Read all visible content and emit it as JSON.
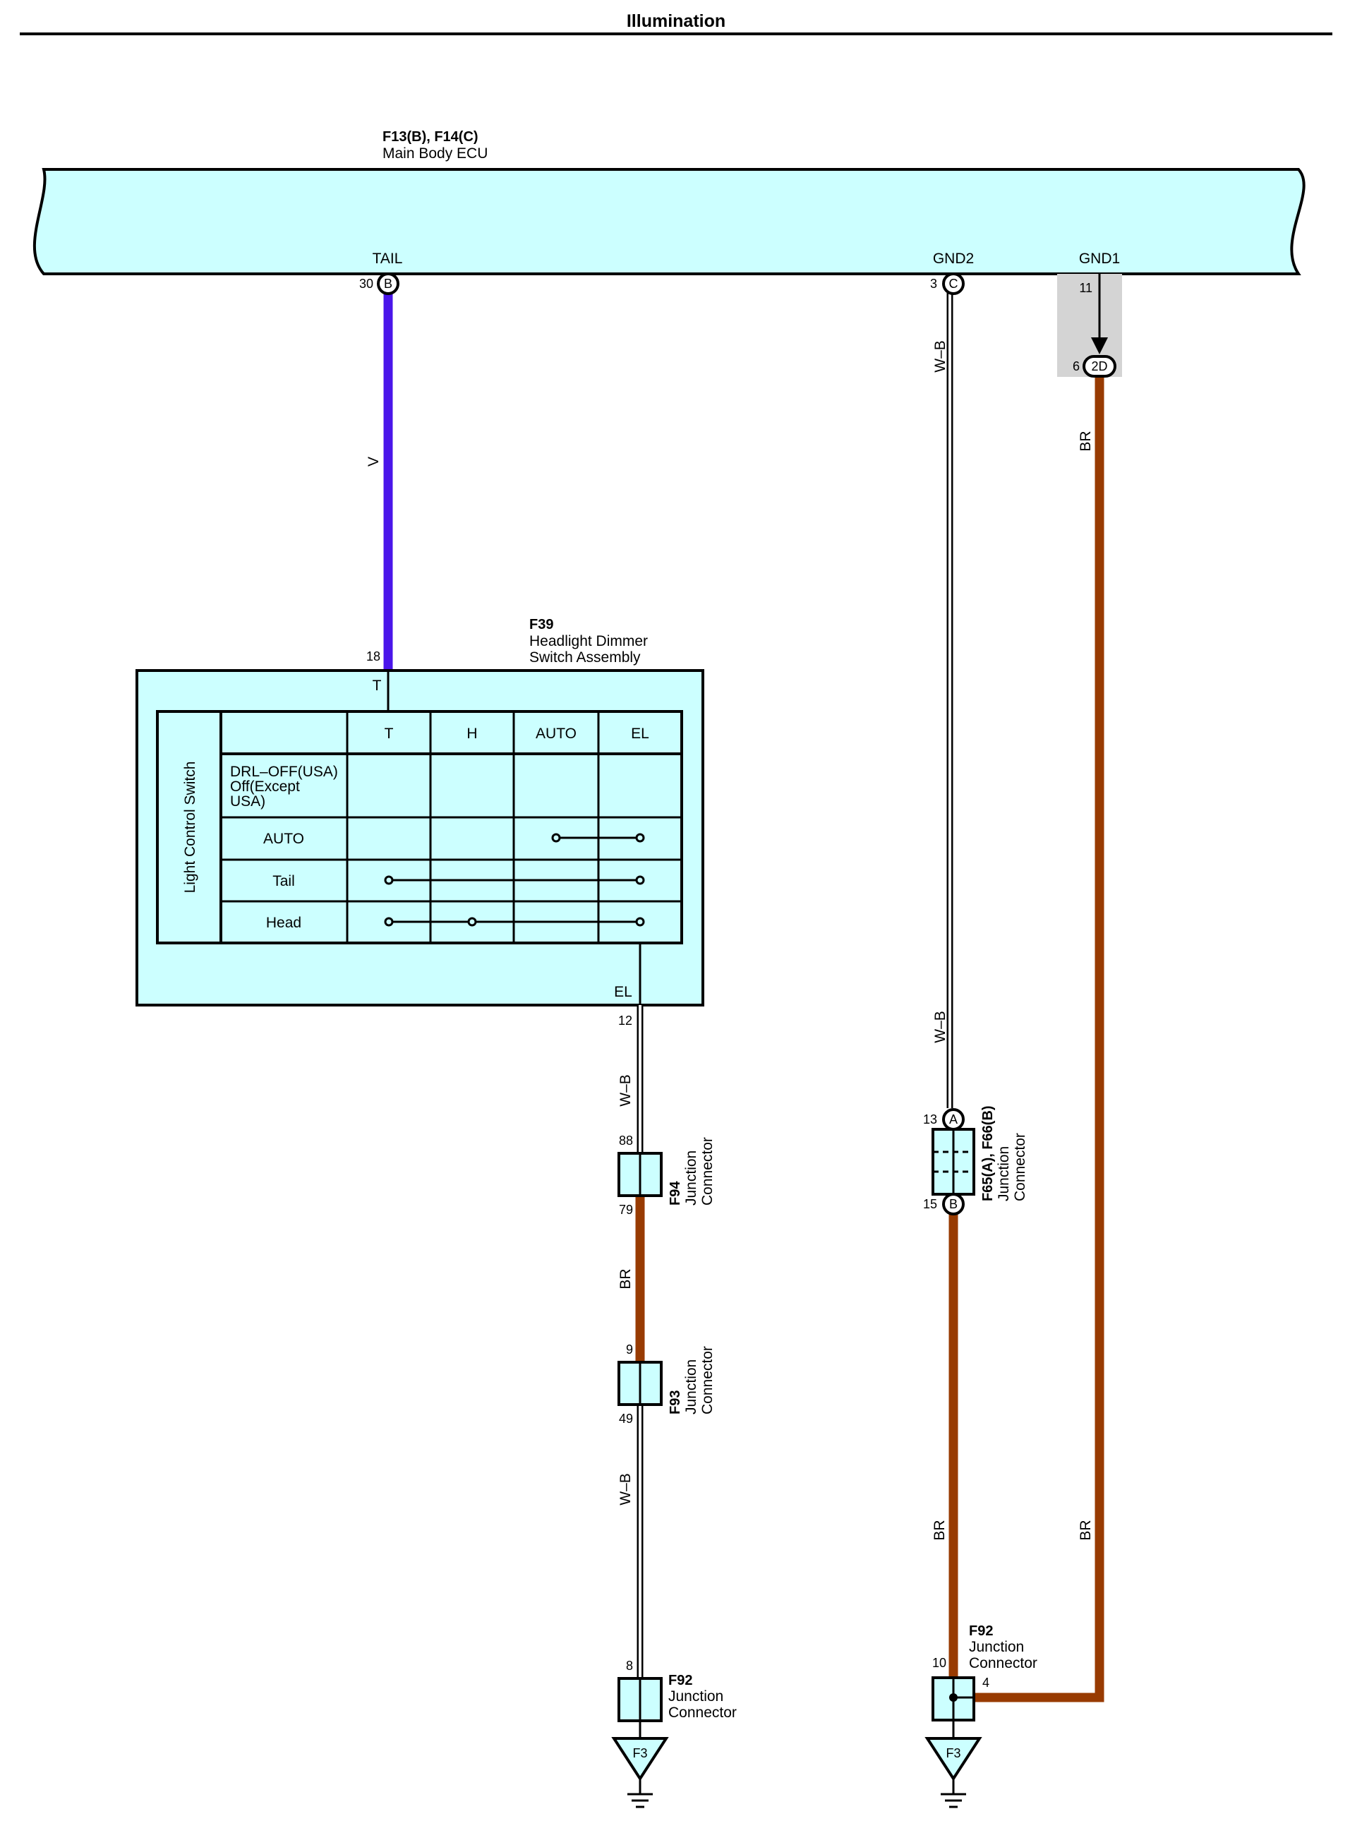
{
  "page": {
    "title": "Illumination"
  },
  "colors": {
    "panel": "#ccffff",
    "wire_violet": "#4a15ea",
    "wire_brown": "#983b02",
    "wire_white_black": "#000000",
    "shade": "#d4d4d4"
  },
  "ecu": {
    "codes": "F13(B), F14(C)",
    "name": "Main Body ECU",
    "term_tail": "TAIL",
    "term_gnd2": "GND2",
    "term_gnd1": "GND1",
    "pin_tail": "30",
    "conn_tail": "B",
    "pin_gnd2": "3",
    "conn_gnd2": "C",
    "pin_gnd1": "11",
    "inline_pin": "6",
    "inline_conn": "2D"
  },
  "wires": {
    "v": "V",
    "wb_a": "W–B",
    "br_a": "BR",
    "wb_b": "W–B",
    "wb_c": "W–B",
    "br_b": "BR",
    "wb_d": "W–B",
    "br_c": "BR",
    "br_d": "BR"
  },
  "switch": {
    "code": "F39",
    "name_line1": "Headlight Dimmer",
    "name_line2": "Switch Assembly",
    "pin_t": "18",
    "term_t": "T",
    "pin_el": "12",
    "term_el": "EL",
    "side_label": "Light Control Switch",
    "columns": [
      "T",
      "H",
      "AUTO",
      "EL"
    ],
    "rows": [
      {
        "label_lines": [
          "DRL–OFF(USA)",
          "Off(Except",
          "USA)"
        ]
      },
      {
        "label_lines": [
          "AUTO"
        ]
      },
      {
        "label_lines": [
          "Tail"
        ]
      },
      {
        "label_lines": [
          "Head"
        ]
      }
    ]
  },
  "connectors": {
    "f94": {
      "code": "F94",
      "line1": "Junction",
      "line2": "Connector",
      "pin_top": "88",
      "pin_bottom": "79"
    },
    "f93": {
      "code": "F93",
      "line1": "Junction",
      "line2": "Connector",
      "pin_top": "9",
      "pin_bottom": "49"
    },
    "f92_left": {
      "code": "F92",
      "line1": "Junction",
      "line2": "Connector",
      "pin_top": "8"
    },
    "f65": {
      "code": "F65(A), F66(B)",
      "line1": "Junction",
      "line2": "Connector",
      "pin_top": "13",
      "conn_top": "A",
      "pin_bottom": "15",
      "conn_bottom": "B"
    },
    "f92_right": {
      "code": "F92",
      "line1": "Junction",
      "line2": "Connector",
      "pin_left": "10",
      "pin_right": "4"
    }
  },
  "grounds": {
    "left": "F3",
    "right": "F3"
  }
}
